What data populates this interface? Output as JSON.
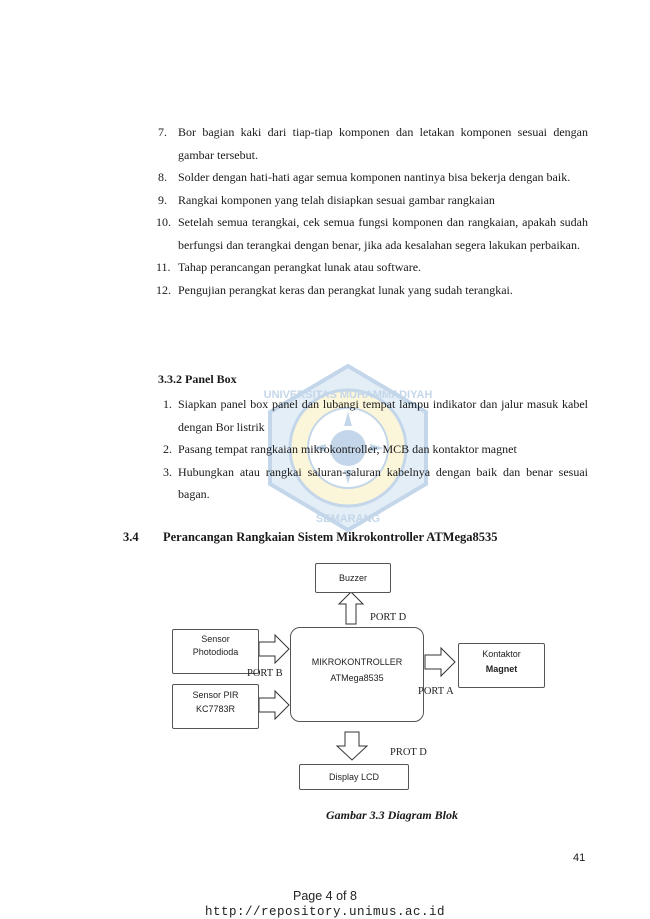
{
  "steps": [
    {
      "num": "7.",
      "text": "Bor bagian kaki dari tiap-tiap komponen dan letakan komponen sesuai dengan gambar tersebut."
    },
    {
      "num": "8.",
      "text": "Solder dengan hati-hati agar semua komponen nantinya bisa bekerja dengan baik."
    },
    {
      "num": "9.",
      "text": "Rangkai komponen yang telah disiapkan sesuai gambar rangkaian"
    },
    {
      "num": "10.",
      "text": "Setelah semua terangkai, cek semua fungsi komponen dan rangkaian, apakah sudah berfungsi dan terangkai dengan benar, jika ada kesalahan segera lakukan perbaikan."
    },
    {
      "num": "11.",
      "text": "Tahap perancangan perangkat lunak atau software."
    },
    {
      "num": "12.",
      "text": "Pengujian perangkat keras dan perangkat lunak yang sudah terangkai."
    }
  ],
  "subsection": {
    "title": "3.3.2  Panel Box"
  },
  "panel_steps": [
    {
      "num": "1.",
      "text": "Siapkan panel box panel dan lubangi tempat lampu indikator dan jalur masuk kabel dengan Bor listrik"
    },
    {
      "num": "2.",
      "text": "Pasang tempat rangkaian mikrokontroller, MCB dan kontaktor magnet"
    },
    {
      "num": "3.",
      "text": "Hubungkan atau rangkai saluran-saluran kabelnya dengan baik dan benar sesuai bagan."
    }
  ],
  "section": {
    "num": "3.4",
    "title": "Perancangan Rangkaian Sistem Mikrokontroller ATMega8535"
  },
  "diagram": {
    "buzzer": "Buzzer",
    "sensor_photo": [
      "Sensor",
      "Photodioda"
    ],
    "sensor_pir": [
      "Sensor PIR",
      "KC7783R"
    ],
    "mcu": [
      "MIKROKONTROLLER",
      "ATMega8535"
    ],
    "kontaktor": [
      "Kontaktor",
      "Magnet"
    ],
    "display": "Display LCD",
    "port_d_top": "PORT D",
    "port_b": "PORT B",
    "port_a": "PORT A",
    "port_d_bottom": "PROT D"
  },
  "caption": "Gambar 3.3 Diagram Blok",
  "watermark": {
    "top": "UNIVERSITAS MUHAMMADIYAH",
    "bottom": "SEMARANG"
  },
  "page_number": "41",
  "footer": {
    "page": "Page 4 of 8",
    "url": "http://repository.unimus.ac.id"
  }
}
